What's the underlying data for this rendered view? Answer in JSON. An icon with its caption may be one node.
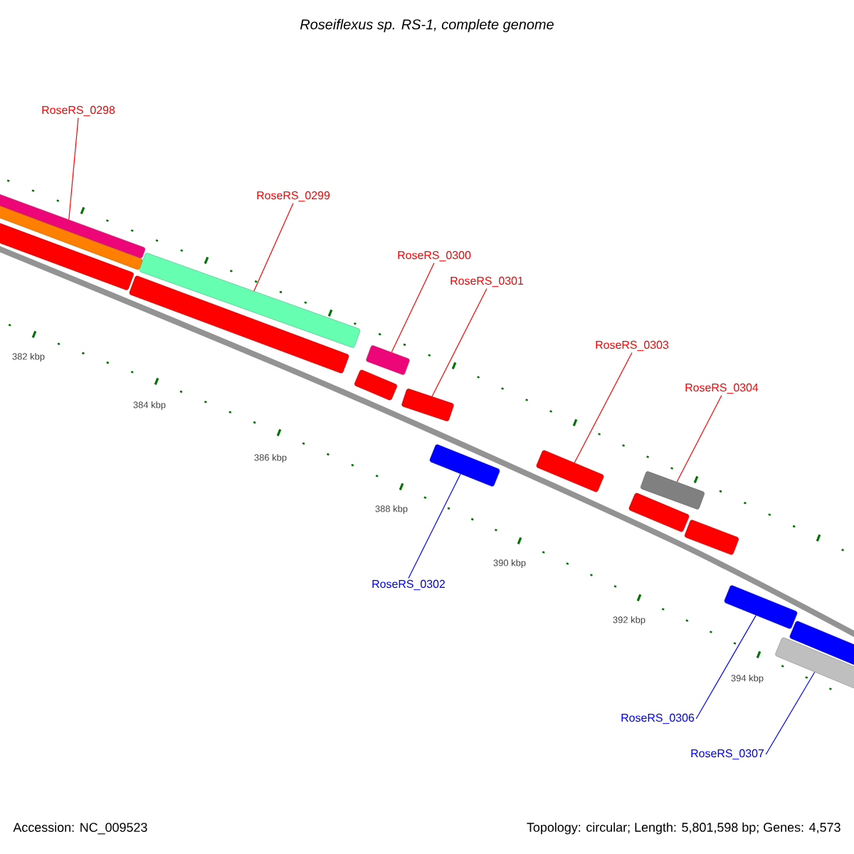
{
  "diagram": {
    "title": "Roseiflexus sp. RS-1, complete genome",
    "nodes": [
      {
        "text": [
          "RoseRS_0298"
        ]
      },
      {
        "text": [
          "RoseRS_0299"
        ]
      },
      {
        "text": [
          "RoseRS_0300"
        ]
      },
      {
        "text": [
          "RoseRS_0301"
        ]
      },
      {
        "text": [
          "RoseRS_0303"
        ]
      },
      {
        "text": [
          "RoseRS_0304"
        ]
      },
      {
        "text": [
          "RoseRS_0302"
        ]
      },
      {
        "text": [
          "RoseRS_0306"
        ]
      },
      {
        "text": [
          "RoseRS_0307"
        ]
      },
      {
        "text": [],
        "shape": "bar"
      },
      {
        "text": [],
        "shape": "bar"
      },
      {
        "text": [],
        "shape": "bar"
      },
      {
        "text": [],
        "shape": "bar"
      },
      {
        "text": [],
        "shape": "bar"
      },
      {
        "text": [],
        "shape": "bar"
      },
      {
        "text": [],
        "shape": "bar"
      },
      {
        "text": [],
        "shape": "bar"
      },
      {
        "text": [],
        "shape": "bar"
      },
      {
        "text": [],
        "shape": "bar"
      },
      {
        "text": [],
        "shape": "bar"
      },
      {
        "text": [],
        "shape": "bar"
      },
      {
        "text": [],
        "shape": "bar"
      },
      {
        "text": [],
        "shape": "bar"
      },
      {
        "text": [],
        "shape": "bar"
      },
      {
        "text": [],
        "shape": "bar"
      }
    ],
    "edges": [
      {
        "from": 0,
        "to": 9,
        "arrow": "none"
      },
      {
        "from": 1,
        "to": 12,
        "arrow": "none"
      },
      {
        "from": 2,
        "to": 14,
        "arrow": "none"
      },
      {
        "from": 3,
        "to": 16,
        "arrow": "none"
      },
      {
        "from": 4,
        "to": 18,
        "arrow": "none"
      },
      {
        "from": 5,
        "to": 19,
        "arrow": "none"
      },
      {
        "from": 6,
        "to": 17,
        "arrow": "none",
        "color": "#0000ff"
      },
      {
        "from": 7,
        "to": 22,
        "arrow": "none",
        "color": "#0000ff"
      },
      {
        "from": 8,
        "to": 24,
        "arrow": "none",
        "color": "#0000ff"
      }
    ],
    "labels": [
      "382 kbp",
      "384 kbp",
      "386 kbp",
      "388 kbp",
      "390 kbp",
      "392 kbp",
      "394 kbp",
      "Accession: NC_009523",
      "Topology: circular; Length: 5,801,598 bp; Genes: 4,573"
    ]
  }
}
